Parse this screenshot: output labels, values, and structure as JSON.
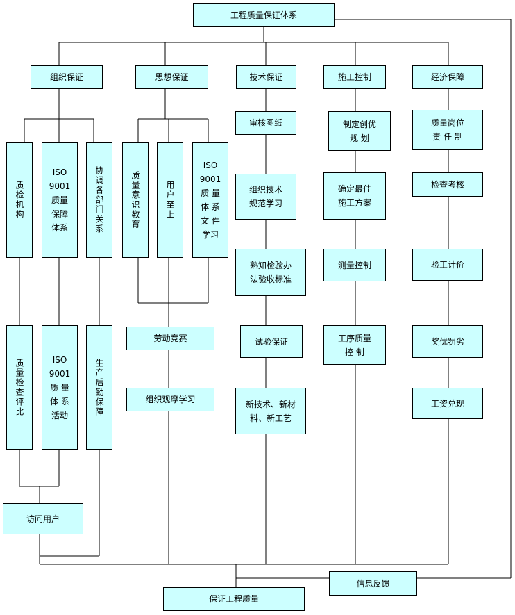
{
  "title": "工程质量保证体系",
  "result": "保证工程质量",
  "feedback": "信息反馈",
  "visit": "访问用户",
  "categories": {
    "org": "组织保证",
    "thought": "思想保证",
    "tech": "技术保证",
    "construct": "施工控制",
    "econ": "经济保障"
  },
  "org_items": {
    "a1": "质检机构",
    "b1": "ISO\n9001\n质量\n保障\n体系",
    "c1": "协调各部门关系",
    "a2": "质量检查评比",
    "b2": "ISO\n9001\n质 量\n体 系\n活动",
    "c2": "生产后勤保障"
  },
  "thought_items": {
    "a": "质量意识教育",
    "b": "用户至上",
    "c": "ISO\n9001\n质 量\n体 系\n文 件\n学习",
    "d": "劳动竞赛",
    "e": "组织观摩学习"
  },
  "tech_items": {
    "a": "审核图纸",
    "b": "组织技术\n规范学习",
    "c": "熟知检验办\n法验收标准",
    "d": "试验保证",
    "e": "新技术、新材\n料、新工艺"
  },
  "construct_items": {
    "a": "制定创优\n规    划",
    "b": "确定最佳\n施工方案",
    "c": "测量控制",
    "d": "工序质量\n控    制"
  },
  "econ_items": {
    "a": "质量岗位\n责 任 制",
    "b": "检查考核",
    "c": "验工计价",
    "d": "奖优罚劣",
    "e": "工资兑现"
  }
}
